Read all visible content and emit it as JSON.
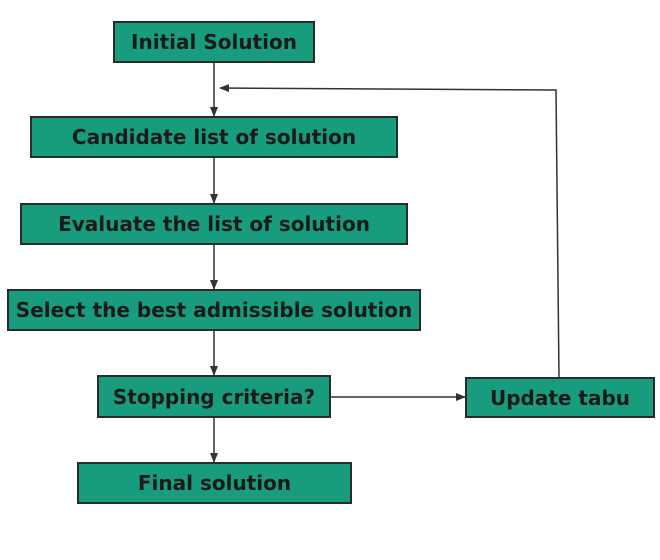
{
  "colors": {
    "box_fill": "#179C7D",
    "box_border": "#2b2b2b",
    "text": "#1a1a1a",
    "arrow": "#333333",
    "background": "#ffffff"
  },
  "nodes": {
    "initial": "Initial Solution",
    "candidate": "Candidate list of solution",
    "evaluate": "Evaluate the list of solution",
    "select": "Select the best admissible solution",
    "stopping": "Stopping criteria?",
    "final": "Final solution",
    "update": "Update tabu"
  }
}
